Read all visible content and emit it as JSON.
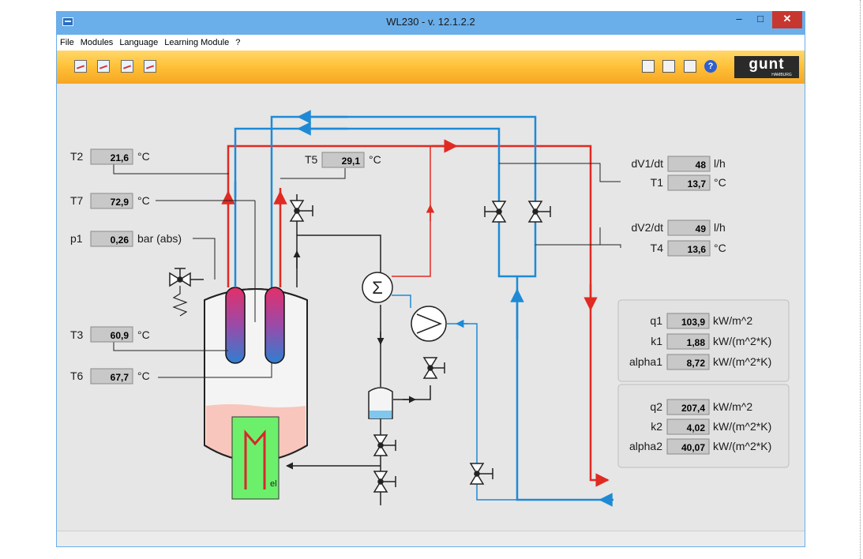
{
  "window": {
    "title": "WL230 - v. 12.1.2.2",
    "controls": {
      "minimize": "–",
      "maximize": "□",
      "close": "✕"
    }
  },
  "menu": [
    "File",
    "Modules",
    "Language",
    "Learning Module",
    "?"
  ],
  "toolbar": {
    "left_icons": [
      "chart-icon",
      "chart-icon",
      "chart-icon",
      "chart-icon"
    ],
    "right_icons": [
      "clipboard-icon",
      "monitor-icon",
      "printer-icon",
      "help-icon"
    ],
    "help_glyph": "?",
    "logo": {
      "text": "gunt",
      "subtext": "HAMBURG"
    }
  },
  "measurements": {
    "T2": {
      "label": "T2",
      "value": "21,6",
      "unit": "°C"
    },
    "T7": {
      "label": "T7",
      "value": "72,9",
      "unit": "°C"
    },
    "p1": {
      "label": "p1",
      "value": "0,26",
      "unit": "bar (abs)"
    },
    "T3": {
      "label": "T3",
      "value": "60,9",
      "unit": "°C"
    },
    "T6": {
      "label": "T6",
      "value": "67,7",
      "unit": "°C"
    },
    "T5": {
      "label": "T5",
      "value": "29,1",
      "unit": "°C"
    },
    "dV1": {
      "label": "dV1/dt",
      "value": "48",
      "unit": "l/h"
    },
    "T1": {
      "label": "T1",
      "value": "13,7",
      "unit": "°C"
    },
    "dV2": {
      "label": "dV2/dt",
      "value": "49",
      "unit": "l/h"
    },
    "T4": {
      "label": "T4",
      "value": "13,6",
      "unit": "°C"
    }
  },
  "results_panel_1": [
    {
      "label": "q1",
      "value": "103,9",
      "unit": "kW/m^2"
    },
    {
      "label": "k1",
      "value": "1,88",
      "unit": "kW/(m^2*K)"
    },
    {
      "label": "alpha1",
      "value": "8,72",
      "unit": "kW/(m^2*K)"
    }
  ],
  "results_panel_2": [
    {
      "label": "q2",
      "value": "207,4",
      "unit": "kW/m^2"
    },
    {
      "label": "k2",
      "value": "4,02",
      "unit": "kW/(m^2*K)"
    },
    {
      "label": "alpha2",
      "value": "40,07",
      "unit": "kW/(m^2*K)"
    }
  ],
  "heater_label": "el",
  "colors": {
    "hot_line": "#e02a22",
    "cold_line": "#1e8ad6",
    "pipe": "#222222",
    "value_box": "#c8c8c8",
    "liquid": "#f8c6bc",
    "heater": "#6cf06c"
  }
}
